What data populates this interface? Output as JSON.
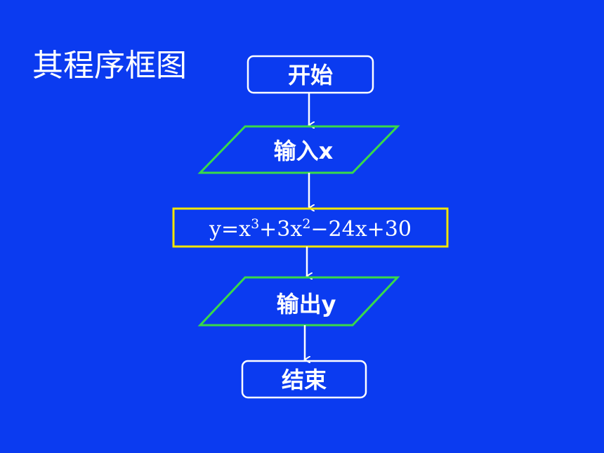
{
  "title": "其程序框图",
  "steps": {
    "start": "开始",
    "input": "输入x",
    "process": {
      "prefix": "y=x",
      "exp1": "3",
      "mid": "+3x",
      "exp2": "2",
      "suffix": "−24x+30"
    },
    "output": "输出y",
    "end": "结束"
  },
  "colors": {
    "background": "#0B3BF0",
    "terminal_border": "#FFFFFF",
    "io_border": "#39D94A",
    "process_border": "#F2E600",
    "arrow": "#FFFFFF",
    "text": "#FFFFFF"
  }
}
